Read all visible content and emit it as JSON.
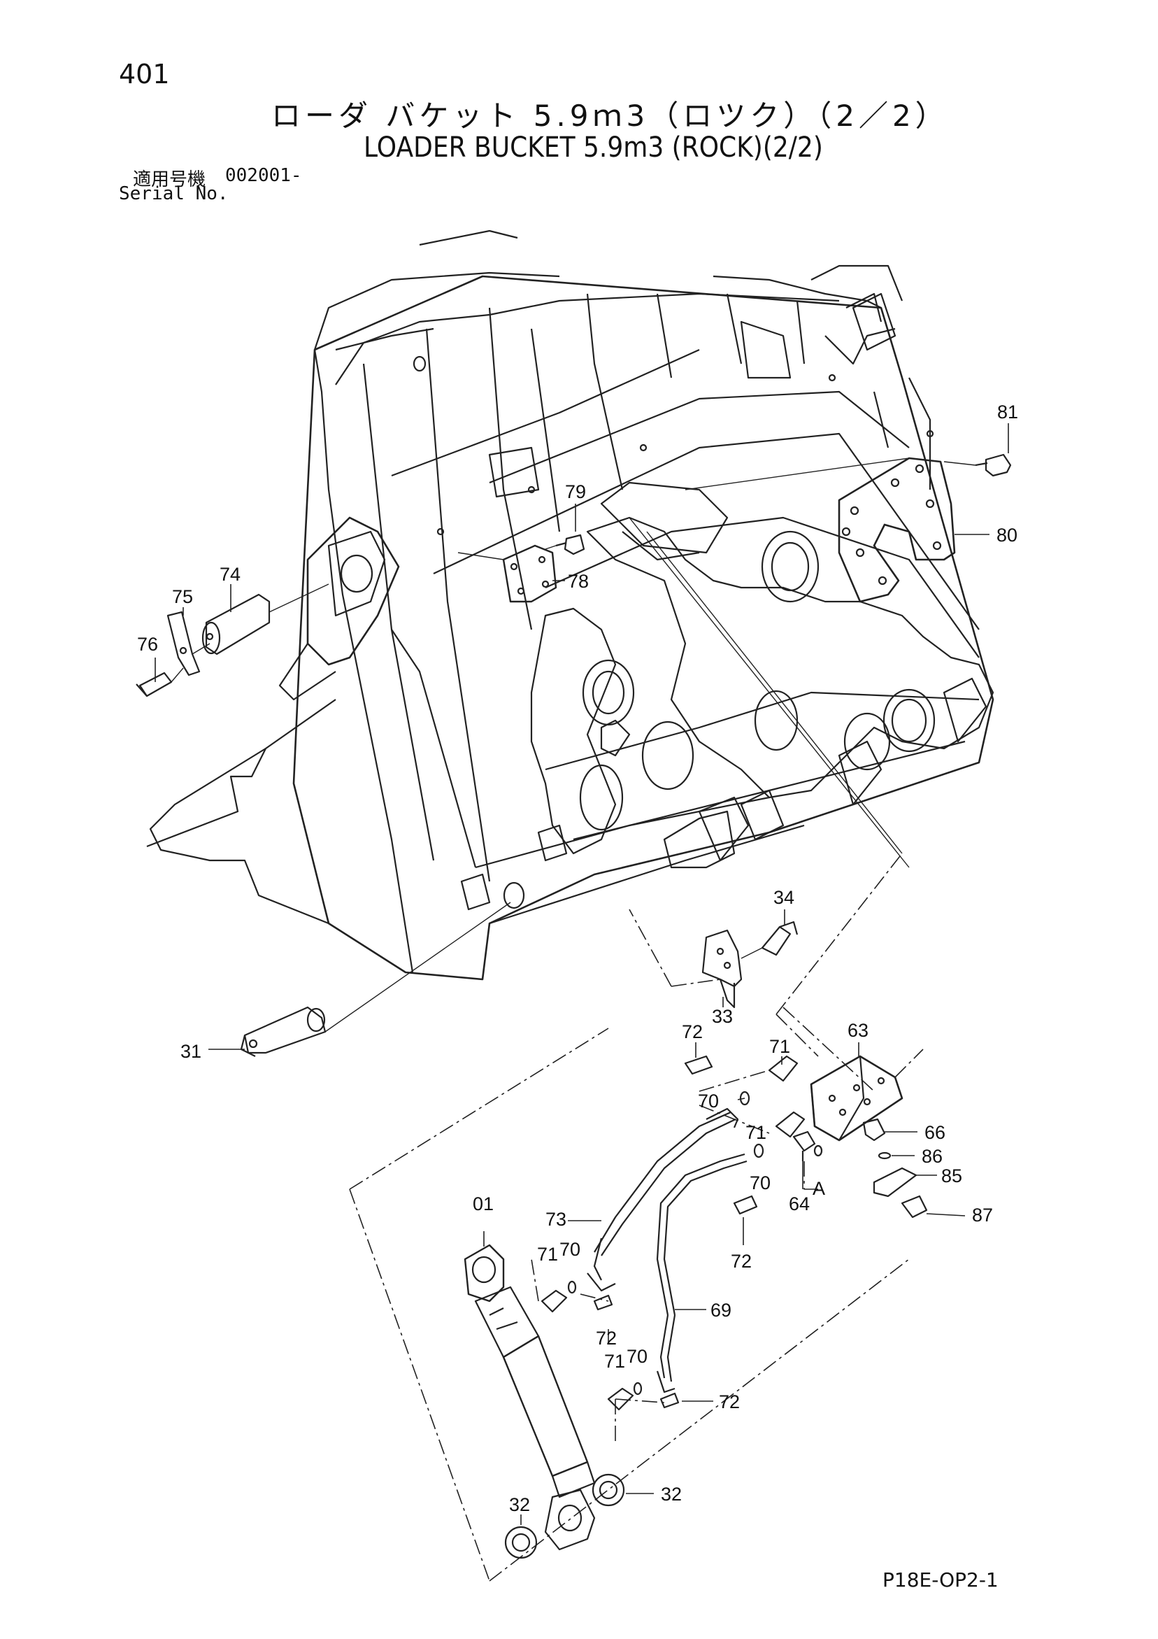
{
  "header": {
    "page_number": "401",
    "title_jp": "ローダ バケット 5.9ｍ3（ロツク）（2／2）",
    "title_en": "LOADER BUCKET 5.9m3 (ROCK)(2/2)",
    "serial_label_jp": "適用号機",
    "serial_value": "002001-",
    "serial_label_en": "Serial No."
  },
  "footer": {
    "drawing_code": "P18E-OP2-1"
  },
  "callouts": [
    "81",
    "79",
    "80",
    "78",
    "74",
    "75",
    "76",
    "34",
    "33",
    "31",
    "63",
    "72",
    "71",
    "70",
    "66",
    "86",
    "85",
    "87",
    "64",
    "A",
    "73",
    "01",
    "69",
    "32"
  ]
}
